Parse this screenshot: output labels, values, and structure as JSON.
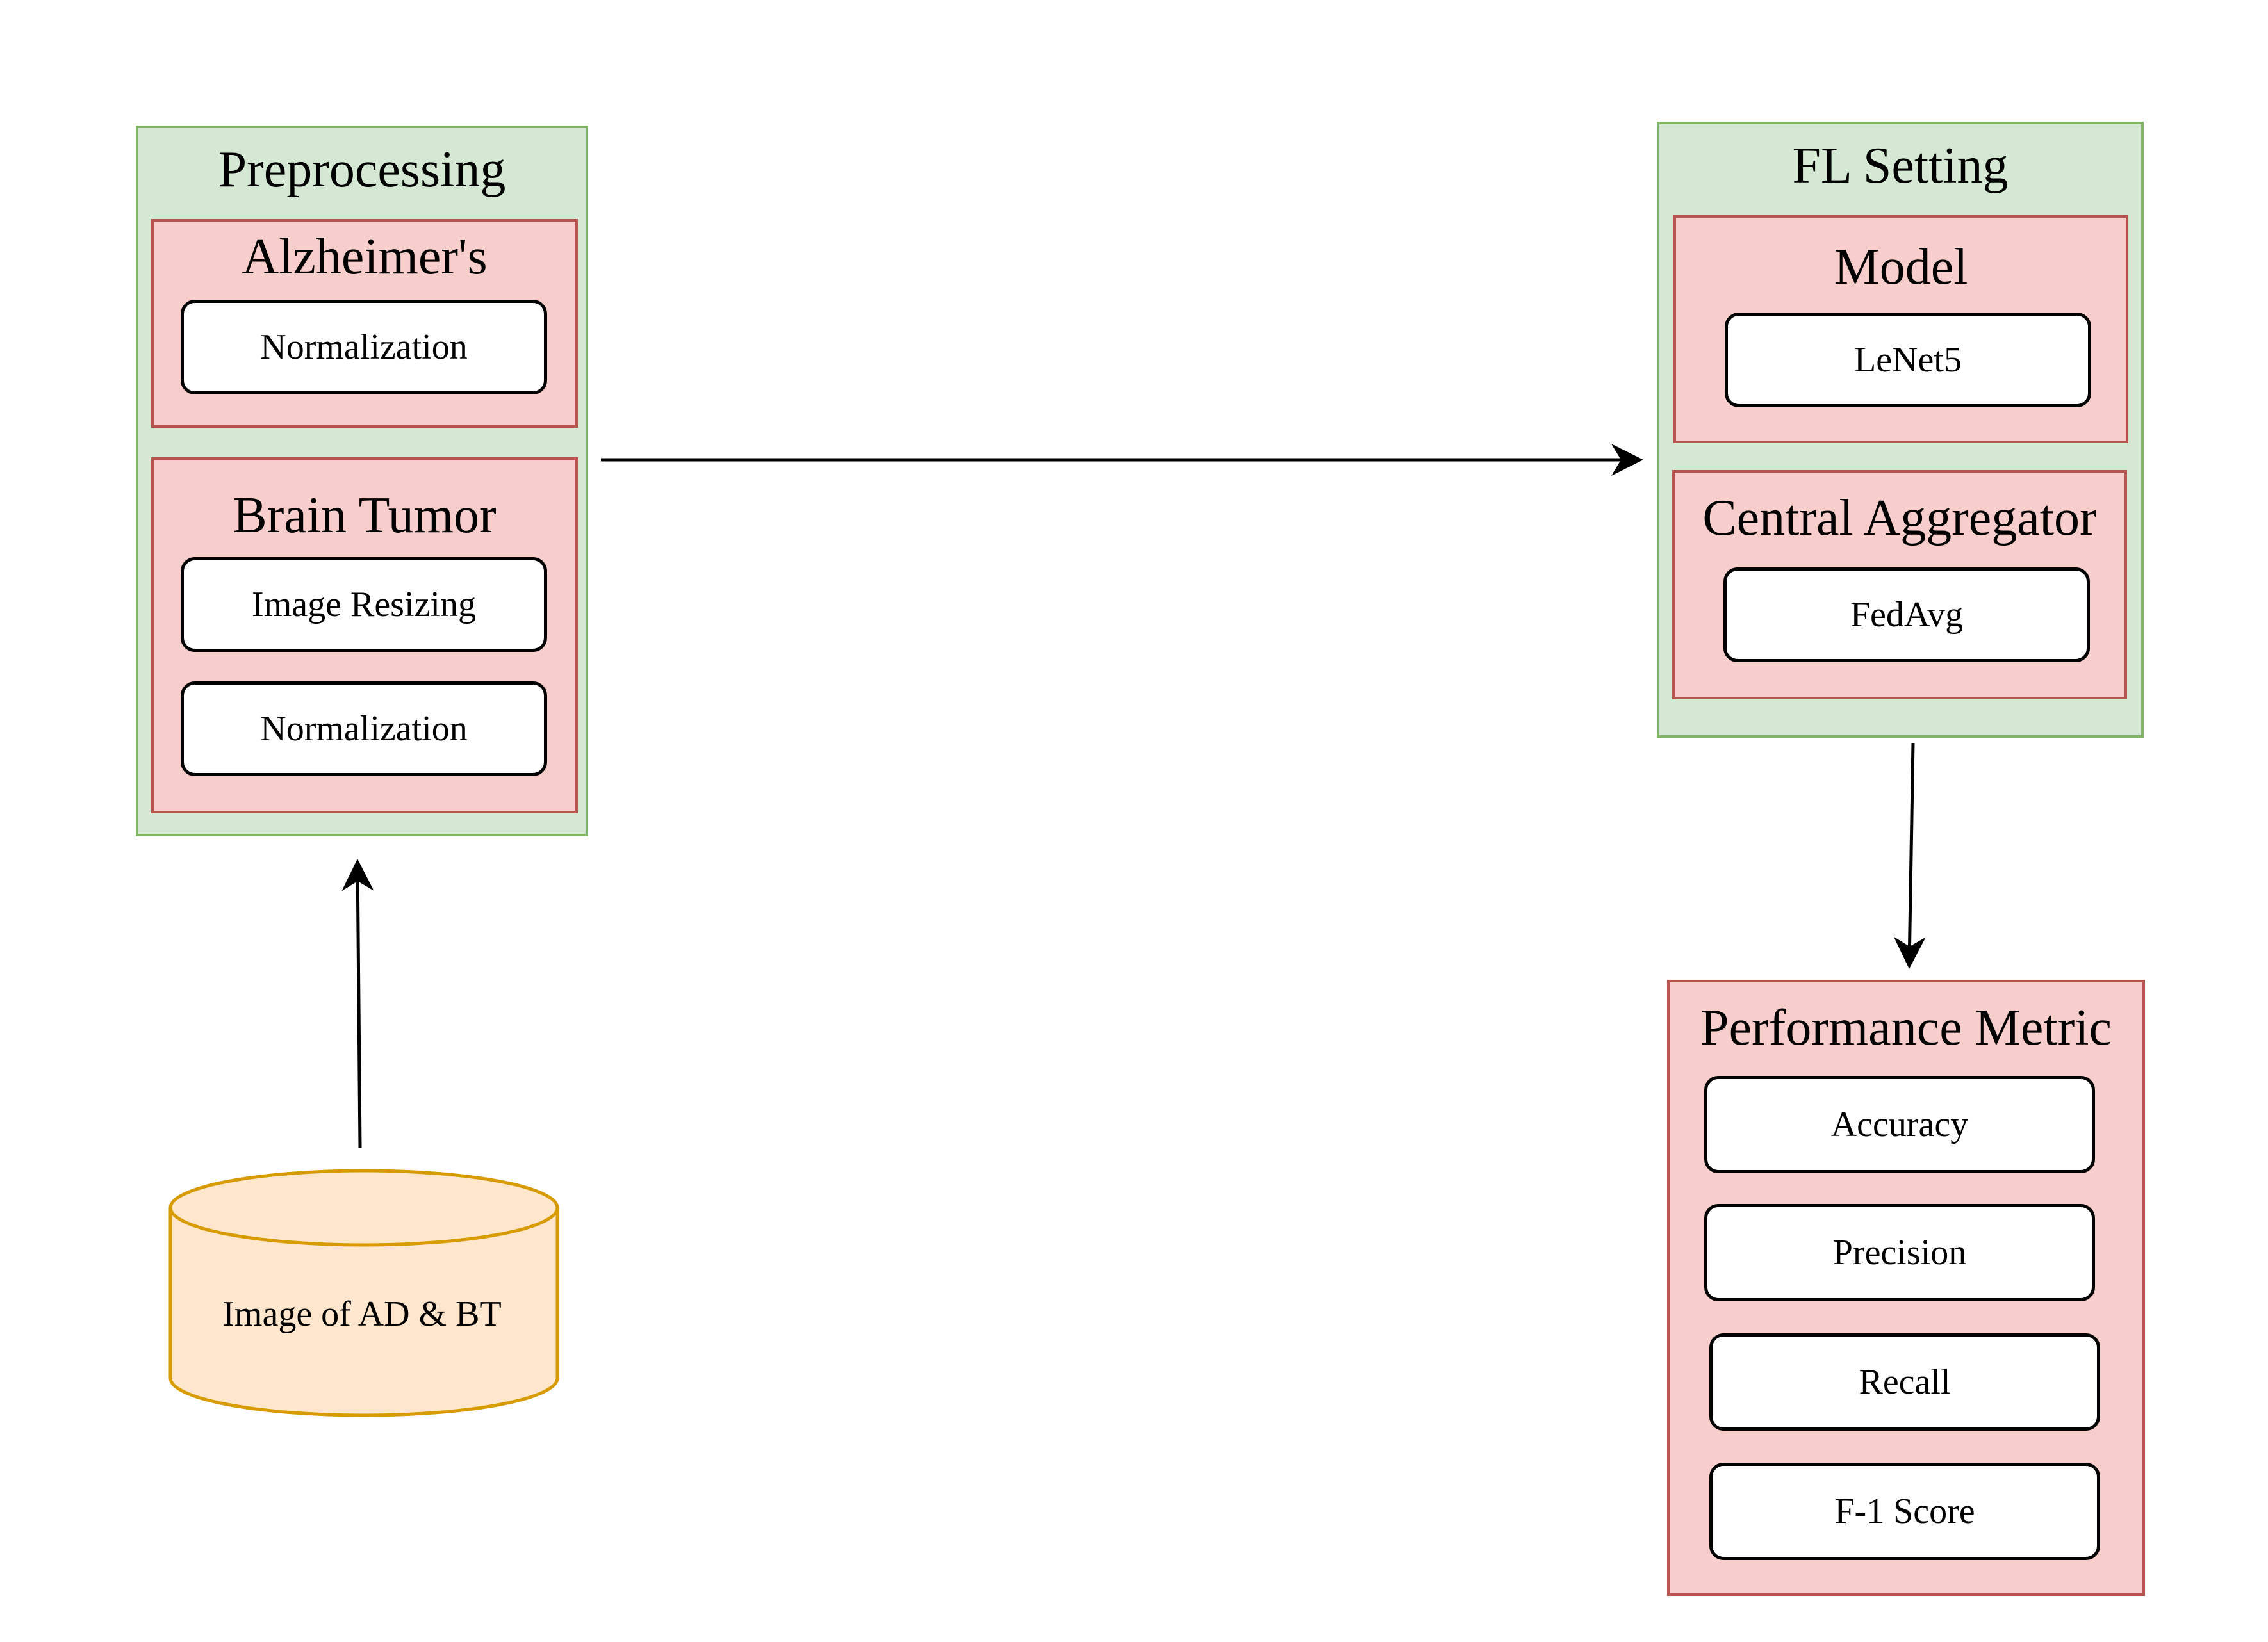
{
  "preprocessing": {
    "title": "Preprocessing",
    "alzheimers": {
      "title": "Alzheimer's",
      "steps": [
        "Normalization"
      ]
    },
    "brain_tumor": {
      "title": "Brain Tumor",
      "steps": [
        "Image Resizing",
        "Normalization"
      ]
    }
  },
  "fl_setting": {
    "title": "FL Setting",
    "model": {
      "title": "Model",
      "value": "LeNet5"
    },
    "aggregator": {
      "title": "Central Aggregator",
      "value": "FedAvg"
    }
  },
  "performance": {
    "title": "Performance Metric",
    "metrics": [
      "Accuracy",
      "Precision",
      "Recall",
      "F-1 Score"
    ]
  },
  "database": {
    "label": "Image of AD & BT"
  },
  "colors": {
    "group_fill": "#d5e8d4",
    "group_border": "#82b366",
    "section_fill": "#f8cecc",
    "section_border": "#b85450",
    "db_fill": "#ffe6cc",
    "db_border": "#d79b00"
  }
}
